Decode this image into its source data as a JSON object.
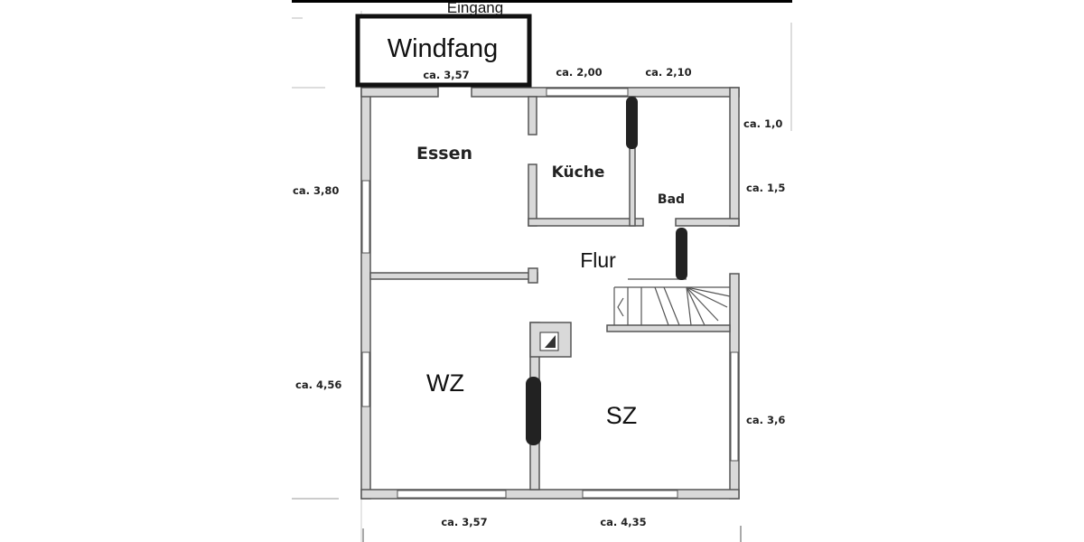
{
  "plan": {
    "entrance_label": "Eingang",
    "highlight_label": "Windfang",
    "rooms": {
      "essen": "Essen",
      "kueche": "Küche",
      "bad": "Bad",
      "flur": "Flur",
      "wz": "WZ",
      "sz": "SZ"
    },
    "dimensions": {
      "top_left": "ca. 3,57",
      "top_middle": "ca. 2,00",
      "top_right": "ca. 2,10",
      "right_upper": "ca. 1,0",
      "right_middle": "ca. 1,5",
      "right_lower": "ca. 3,6",
      "left_upper": "ca. 3,80",
      "left_lower": "ca. 4,56",
      "bottom_left": "ca. 3,57",
      "bottom_right": "ca. 4,35"
    }
  }
}
